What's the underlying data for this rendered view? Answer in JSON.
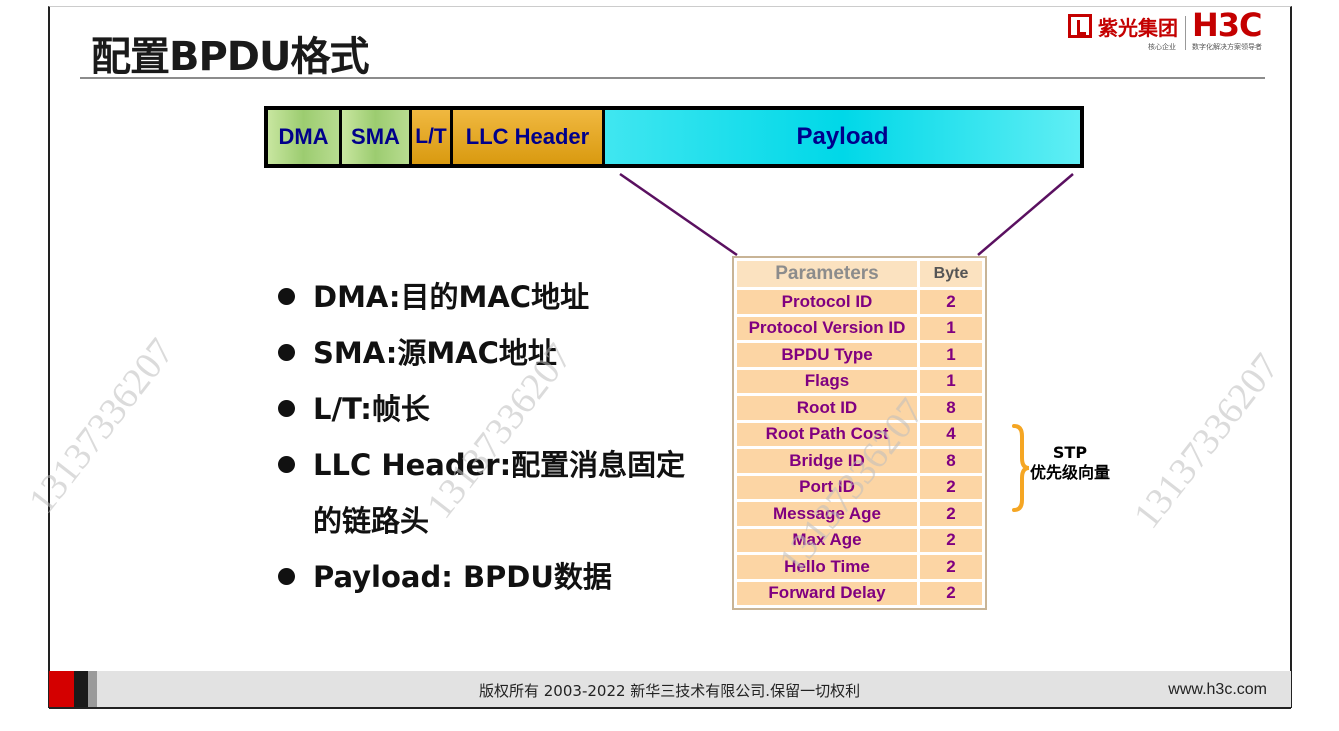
{
  "title": "配置BPDU格式",
  "logo": {
    "name_cn": "紫光集团",
    "brand": "H3C",
    "sub1": "核心企业",
    "sub2": "数字化解决方案领导者"
  },
  "frame": [
    {
      "label": "DMA"
    },
    {
      "label": "SMA"
    },
    {
      "label": "L/T"
    },
    {
      "label": "LLC Header"
    },
    {
      "label": "Payload"
    }
  ],
  "bullets": [
    "DMA:目的MAC地址",
    "SMA:源MAC地址",
    "L/T:帧长",
    "LLC Header:配置消息固定",
    "的链路头",
    "Payload: BPDU数据"
  ],
  "table": {
    "headers": [
      "Parameters",
      "Byte"
    ],
    "rows": [
      [
        "Protocol ID",
        "2"
      ],
      [
        "Protocol Version ID",
        "1"
      ],
      [
        "BPDU Type",
        "1"
      ],
      [
        "Flags",
        "1"
      ],
      [
        "Root ID",
        "8"
      ],
      [
        "Root Path Cost",
        "4"
      ],
      [
        "Bridge ID",
        "8"
      ],
      [
        "Port ID",
        "2"
      ],
      [
        "Message Age",
        "2"
      ],
      [
        "Max Age",
        "2"
      ],
      [
        "Hello Time",
        "2"
      ],
      [
        "Forward Delay",
        "2"
      ]
    ]
  },
  "annotation": {
    "line1": "STP",
    "line2": "优先级向量"
  },
  "watermark": "13137336207",
  "footer": {
    "copyright": "版权所有 2003-2022 新华三技术有限公司.保留一切权利",
    "url": "www.h3c.com"
  },
  "colors": {
    "brand_red": "#c40000",
    "label_blue": "#00008b",
    "table_text": "#800080",
    "brace_orange": "#f5a623"
  }
}
